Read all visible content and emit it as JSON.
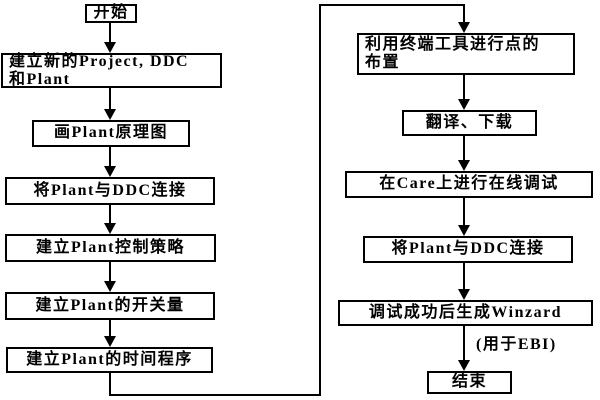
{
  "flow": {
    "left_column": [
      {
        "label": "开始"
      },
      {
        "lines": [
          "建立新的Project, DDC",
          "和Plant"
        ]
      },
      {
        "label": "画Plant原理图"
      },
      {
        "label": "将Plant与DDC连接"
      },
      {
        "label": "建立Plant控制策略"
      },
      {
        "label": "建立Plant的开关量"
      },
      {
        "label": "建立Plant的时间程序"
      }
    ],
    "right_column": [
      {
        "lines": [
          "利用终端工具进行点的",
          "布置"
        ]
      },
      {
        "label": "翻译、下载"
      },
      {
        "label": "在Care上进行在线调试"
      },
      {
        "label": "将Plant与DDC连接"
      },
      {
        "label": "调试成功后生成Winzard"
      },
      {
        "label": "结束"
      }
    ],
    "annotation": "(用于EBI)"
  },
  "colors": {
    "background": "#ffffff",
    "line": "#000000",
    "text": "#000000"
  }
}
